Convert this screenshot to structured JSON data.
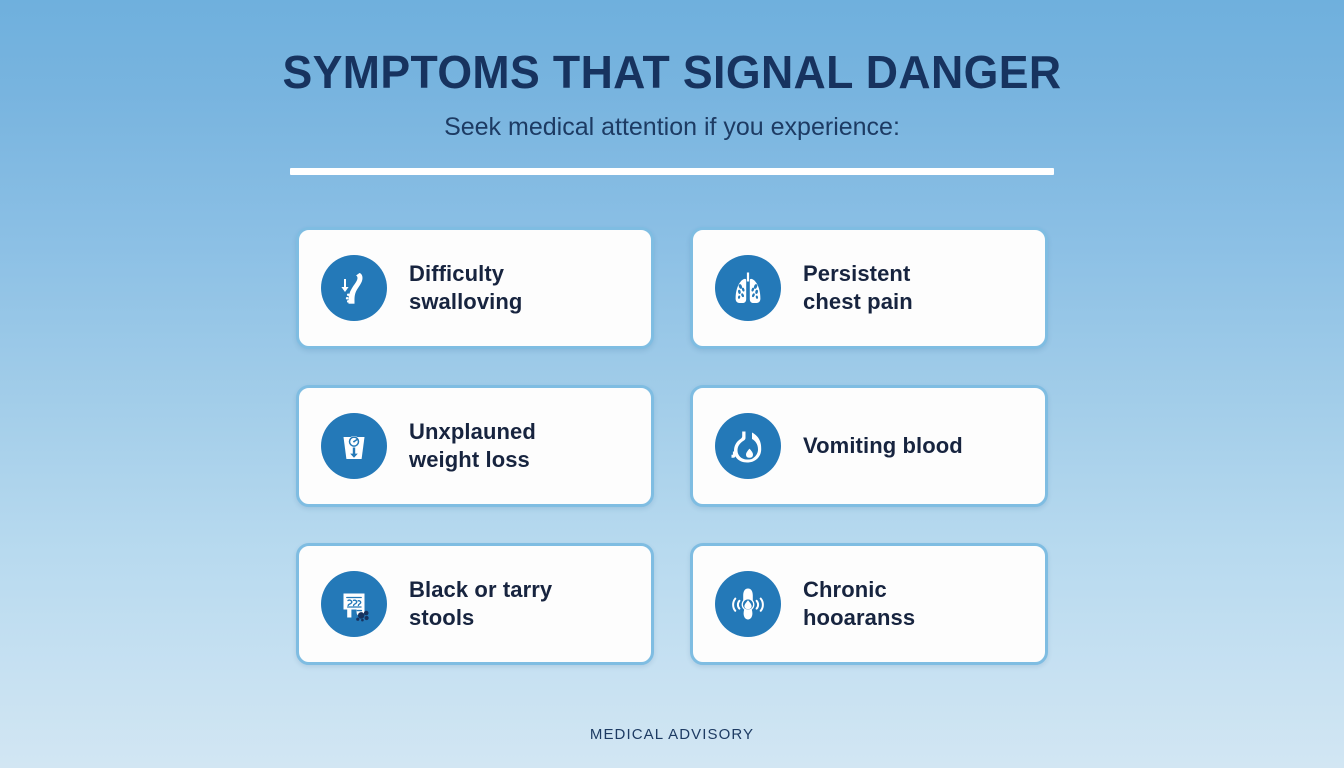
{
  "header": {
    "title": "SYMPTOMS THAT SIGNAL DANGER",
    "subtitle": "Seek medical attention if you experience:"
  },
  "colors": {
    "background_top": "#6fb0dd",
    "background_bottom": "#d2e6f3",
    "title_text": "#17335f",
    "subtitle_text": "#1d3b63",
    "card_background": "#fdfdfd",
    "card_border": "#7fbde2",
    "icon_circle": "#2479b8",
    "icon_glyph": "#ffffff",
    "card_label_text": "#17243f",
    "divider": "#ffffff",
    "dots_accent": "#17335f"
  },
  "cards": [
    {
      "label": "Difficulty\nswalloving",
      "icon": "esophagus-down-arrow-icon"
    },
    {
      "label": "Persistent\nchest pain",
      "icon": "lungs-icon"
    },
    {
      "label": "Unxplauned\nweight loss",
      "icon": "weight-scale-down-arrow-icon"
    },
    {
      "label": "Vomiting blood",
      "icon": "stomach-droplet-icon"
    },
    {
      "label": "Black or tarry\nstools",
      "icon": "intestine-dots-icon"
    },
    {
      "label": "Chronic\nhooaranss",
      "icon": "larynx-soundwaves-icon"
    }
  ],
  "footer": {
    "text": "MEDICAL ADVISORY"
  }
}
